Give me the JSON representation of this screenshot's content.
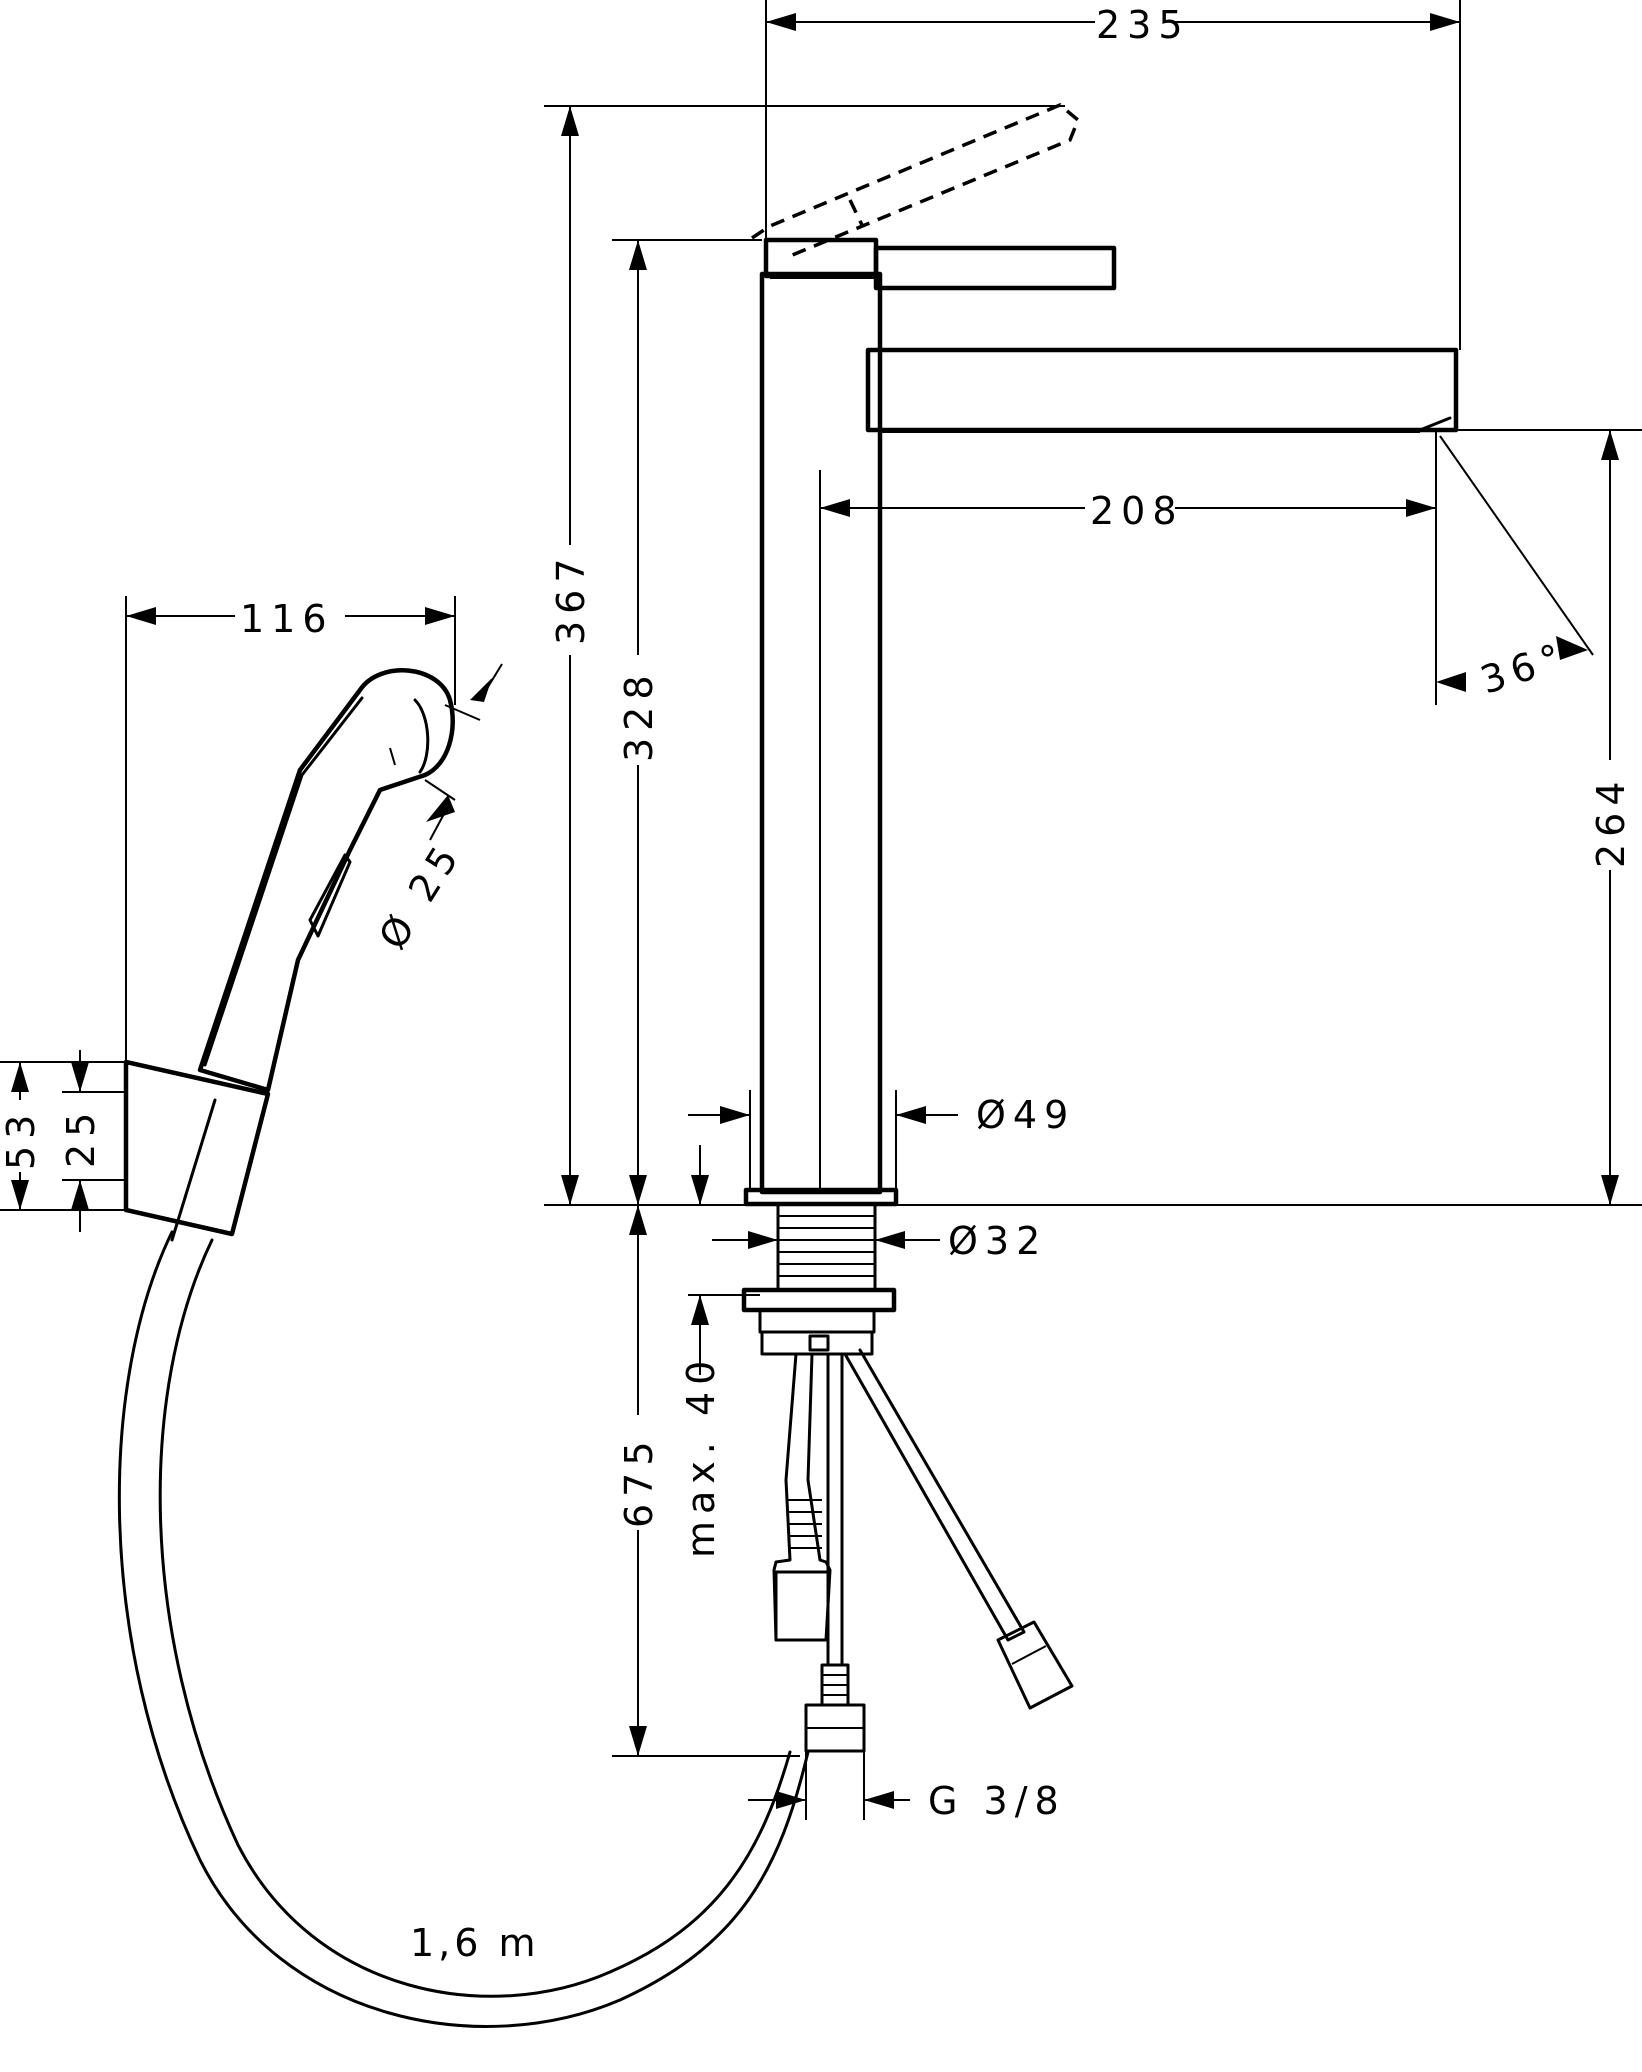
{
  "dimensions": {
    "overall_reach": "235",
    "total_height": "367",
    "body_height": "328",
    "spout_projection": "208",
    "spout_angle": "36°",
    "spout_clearance": "264",
    "body_diameter": "Ø49",
    "shank_diameter": "Ø32",
    "max_deck_thickness": "max. 40",
    "hose_length_supply": "675",
    "connection_thread": "G 3/8",
    "handshower_length": "116",
    "handshower_head_diameter": "Ø 25",
    "holder_height": "53",
    "holder_inner": "25",
    "hose_length": "1,6 m"
  }
}
